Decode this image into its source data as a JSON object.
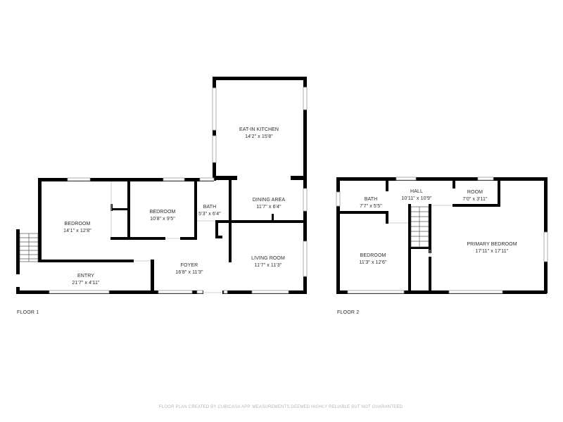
{
  "floors": [
    {
      "label": "FLOOR 1",
      "rooms": [
        {
          "name": "EAT-IN KITCHEN",
          "dims": "14'2\" x 15'8\""
        },
        {
          "name": "BEDROOM",
          "dims": "14'1\" x 12'8\""
        },
        {
          "name": "BEDROOM",
          "dims": "10'8\" x 9'5\""
        },
        {
          "name": "BATH",
          "dims": "5'3\" x 6'4\""
        },
        {
          "name": "DINING AREA",
          "dims": "11'7\" x 6'4\""
        },
        {
          "name": "FOYER",
          "dims": "16'8\" x 11'3\""
        },
        {
          "name": "LIVING ROOM",
          "dims": "11'7\" x 11'3\""
        },
        {
          "name": "ENTRY",
          "dims": "21'7\" x 4'11\""
        }
      ]
    },
    {
      "label": "FLOOR 2",
      "rooms": [
        {
          "name": "BATH",
          "dims": "7'7\" x 5'5\""
        },
        {
          "name": "HALL",
          "dims": "10'11\" x 10'9\""
        },
        {
          "name": "ROOM",
          "dims": "7'0\" x 3'11\""
        },
        {
          "name": "BEDROOM",
          "dims": "11'3\" x 12'6\""
        },
        {
          "name": "PRIMARY BEDROOM",
          "dims": "17'11\" x 17'11\""
        }
      ]
    }
  ],
  "footer": "FLOOR PLAN CREATED BY CUBICASA APP. MEASUREMENTS DEEMED HIGHLY RELIABLE BUT NOT GUARANTEED.",
  "colors": {
    "wall": "#000000",
    "background": "#ffffff",
    "window": "#9a9a9a",
    "footer_text": "#b5b5b5"
  }
}
